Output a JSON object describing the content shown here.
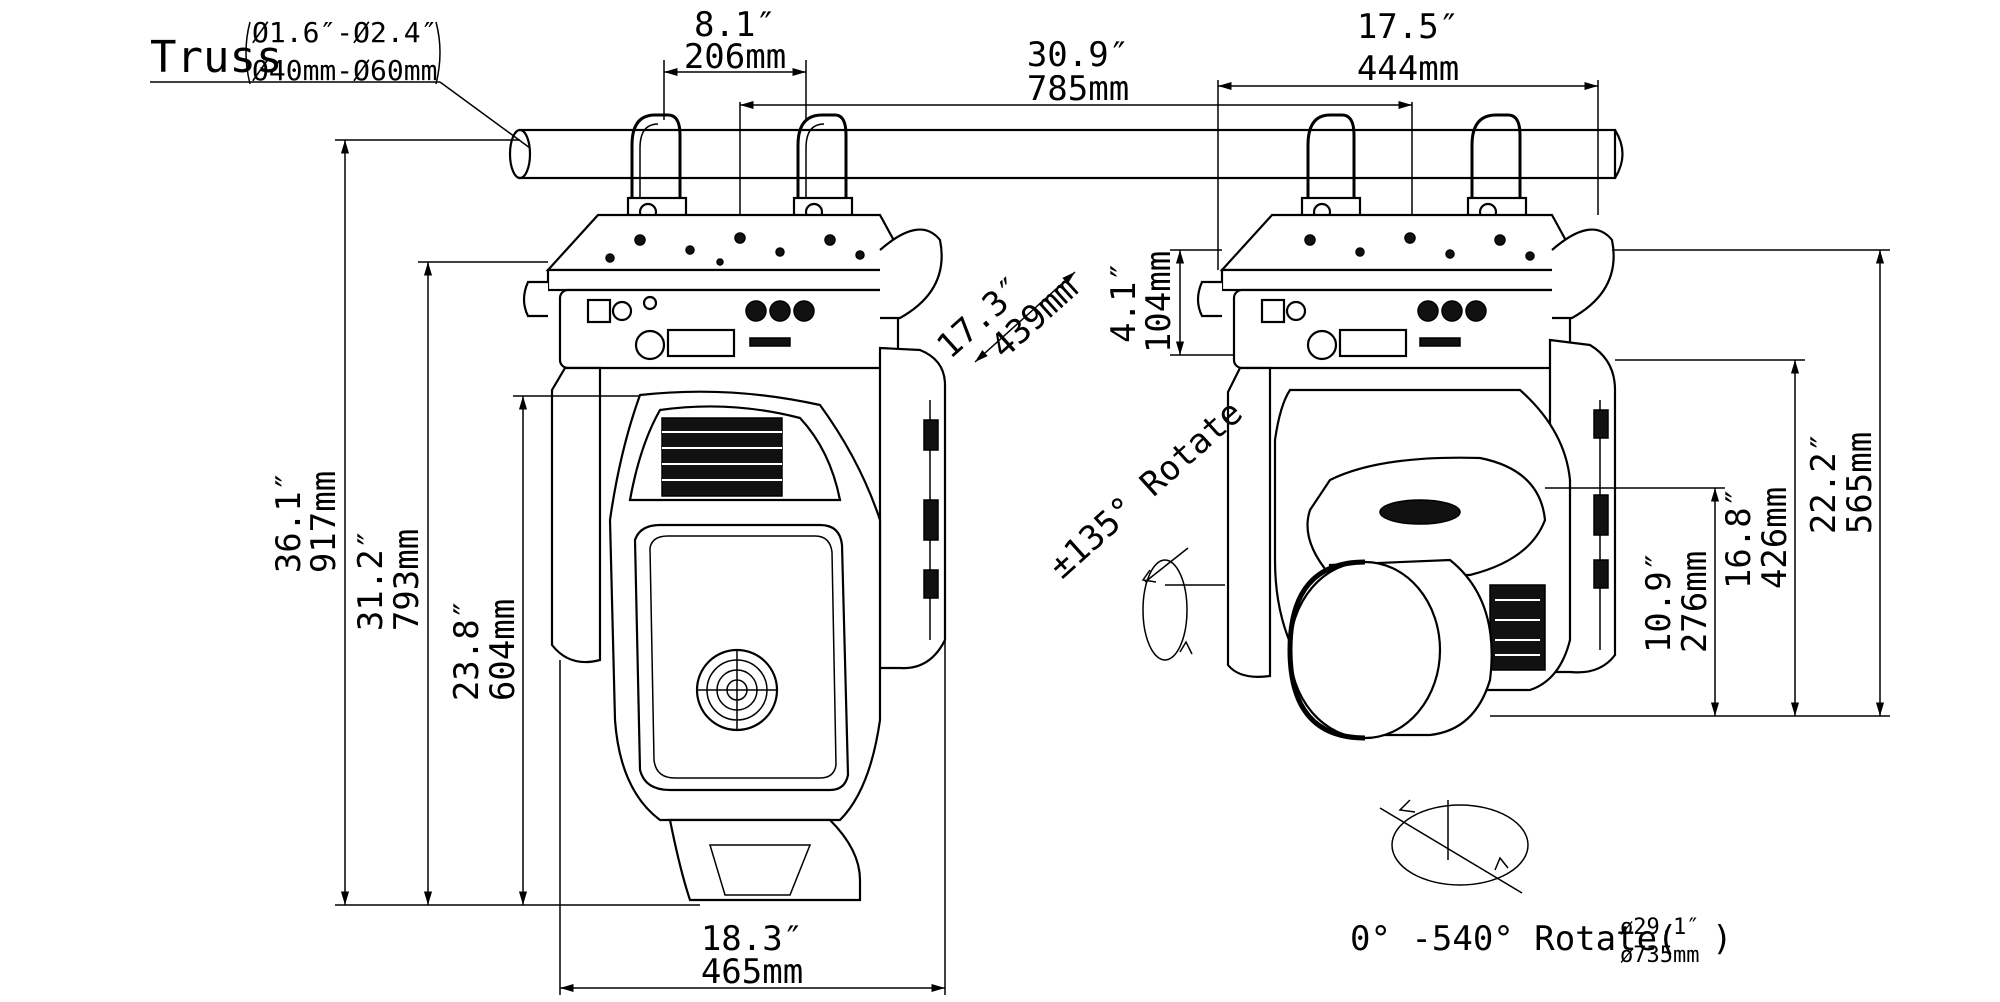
{
  "truss": {
    "label": "Truss",
    "range_in": "Ø1.6″-Ø2.4″",
    "range_mm": "Ø40mm-Ø60mm"
  },
  "dimensions": {
    "clamp_spacing": {
      "in": "8.1″",
      "mm": "206mm"
    },
    "base_width": {
      "in": "30.9″",
      "mm": "785mm"
    },
    "side_width": {
      "in": "17.5″",
      "mm": "444mm"
    },
    "base_depth_diag": {
      "in": "17.3″",
      "mm": "439mm"
    },
    "total_height": {
      "in": "36.1″",
      "mm": "917mm"
    },
    "height_below_truss": {
      "in": "31.2″",
      "mm": "793mm"
    },
    "head_height": {
      "in": "23.8″",
      "mm": "604mm"
    },
    "bottom_width": {
      "in": "18.3″",
      "mm": "465mm"
    },
    "base_height": {
      "in": "4.1″",
      "mm": "104mm"
    },
    "lens_height": {
      "in": "10.9″",
      "mm": "276mm"
    },
    "yoke_height": {
      "in": "16.8″",
      "mm": "426mm"
    },
    "side_height": {
      "in": "22.2″",
      "mm": "565mm"
    }
  },
  "tilt": {
    "label": "±135° Rotate"
  },
  "pan": {
    "label": "0° -540° Rotate(",
    "diam_in": "ø29.1″",
    "diam_mm": "ø735mm",
    "close": ")"
  }
}
